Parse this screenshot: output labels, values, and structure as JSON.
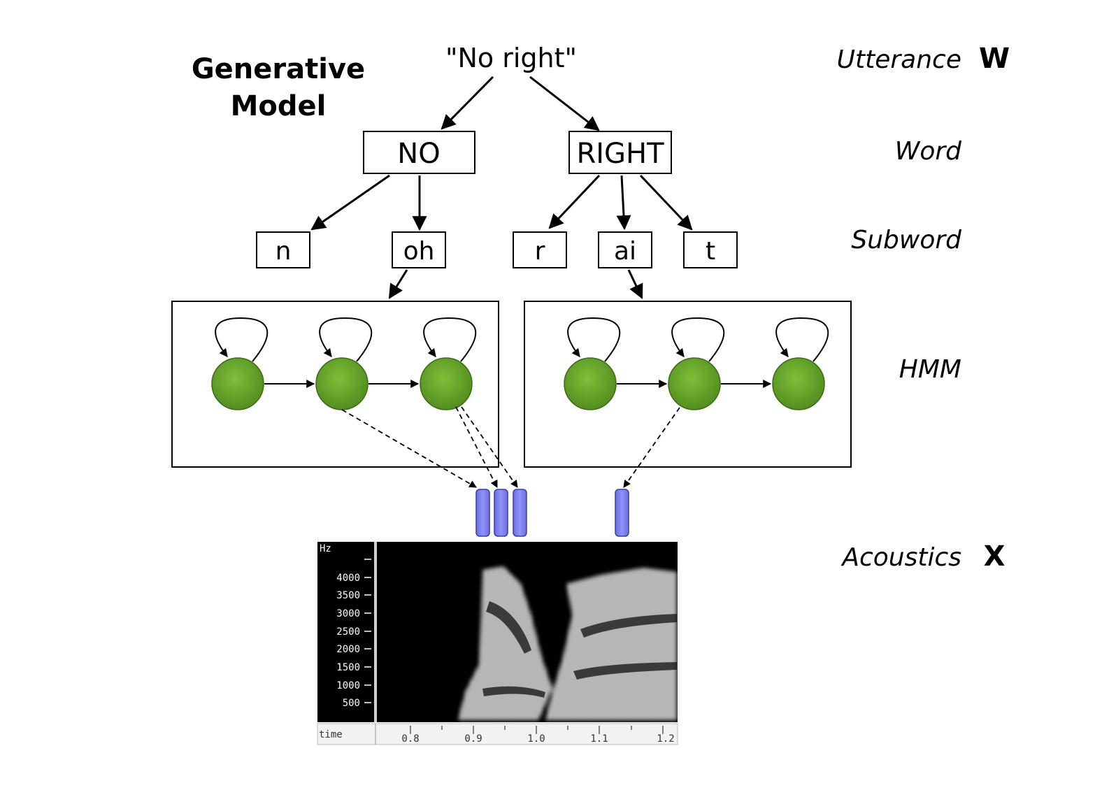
{
  "title": {
    "line1": "Generative",
    "line2": "Model"
  },
  "utterance_text": "\"No right\"",
  "words": [
    "NO",
    "RIGHT"
  ],
  "subwords": [
    "n",
    "oh",
    "r",
    "ai",
    "t"
  ],
  "levels": {
    "utterance": "Utterance",
    "word": "Word",
    "subword": "Subword",
    "hmm": "HMM",
    "acoustics": "Acoustics"
  },
  "symbols": {
    "utterance": "W",
    "acoustics": "X"
  },
  "colors": {
    "state_fill": "#6faa2e",
    "state_edge": "#3e6b14",
    "frame_fill": "#7b7ef0",
    "frame_edge": "#3a3ca8",
    "spectrogram_bg": "#000000"
  },
  "spectrogram": {
    "unit": "Hz",
    "freq_ticks": [
      "4000",
      "3500",
      "3000",
      "2500",
      "2000",
      "1500",
      "1000",
      "500"
    ],
    "time_label": "time",
    "time_ticks": [
      "0.8",
      "0.9",
      "1.0",
      "1.1",
      "1.2"
    ]
  }
}
